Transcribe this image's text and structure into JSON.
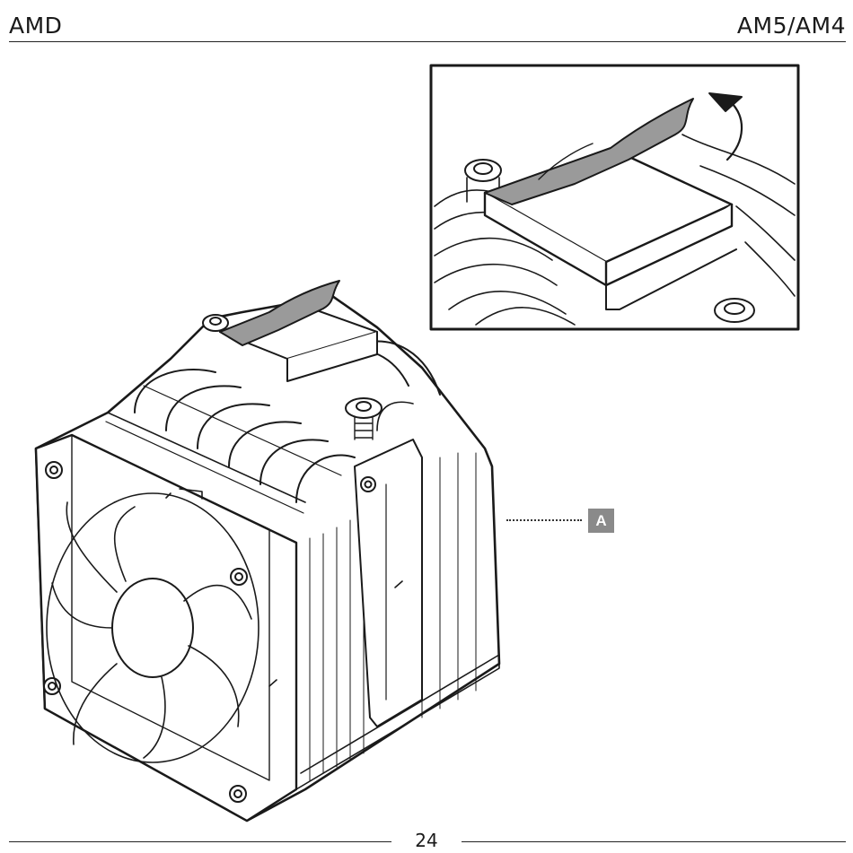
{
  "header": {
    "brand": "AMD",
    "socket": "AM5/AM4"
  },
  "callout": {
    "label": "A"
  },
  "footer": {
    "page_number": "24"
  },
  "illustration": {
    "main_subject": "cpu-cooler-icon",
    "inset_subject": "protective-film-peel-icon",
    "colors": {
      "line": "#1a1a1a",
      "film": "#9a9a9a",
      "callout": "#8a8a8a"
    }
  }
}
